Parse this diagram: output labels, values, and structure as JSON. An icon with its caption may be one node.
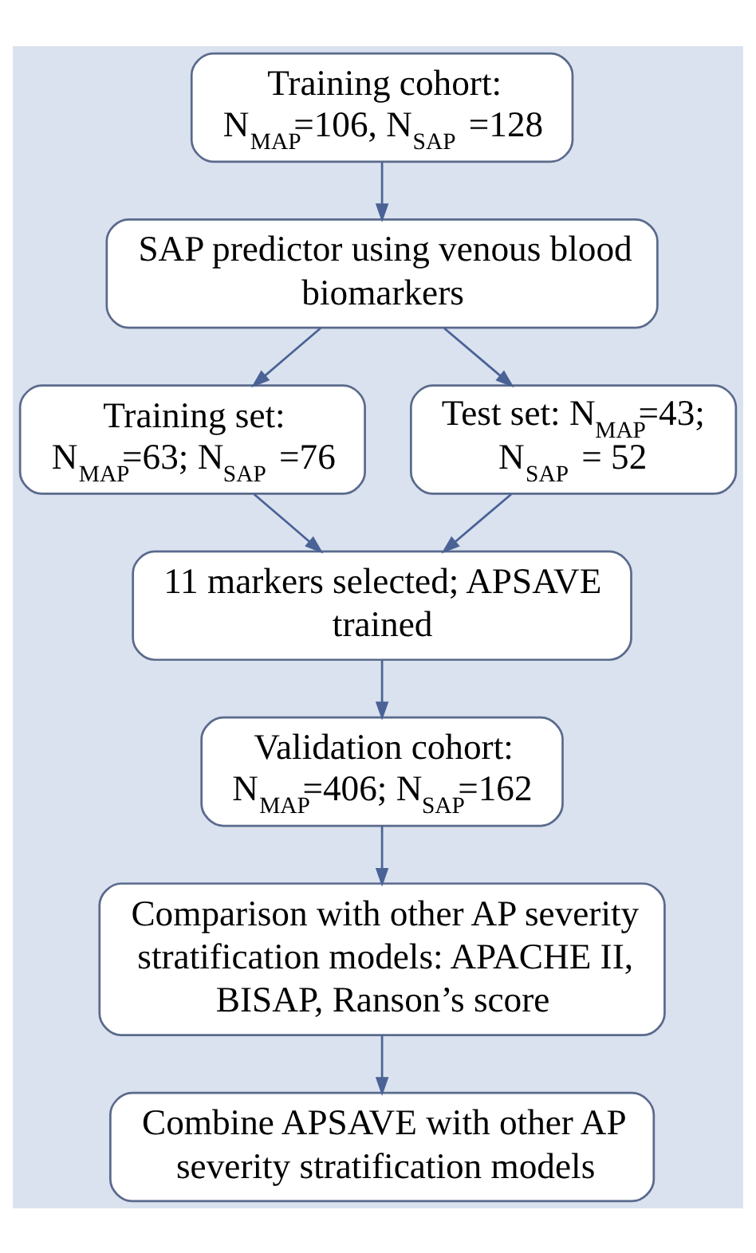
{
  "diagram": {
    "nodes": [
      {
        "text": [
          "Training cohort: N$_{MAP}$=106, N$_{SAP}$ =128"
        ]
      },
      {
        "text": [
          "SAP predictor using venous blood biomarkers"
        ]
      },
      {
        "text": [
          "Training set: N$_{MAP}$=63; N$_{SAP}$ =76"
        ]
      },
      {
        "text": [
          "Test set: N$_{MAP}$=43; N$_{SAP}$ = 52"
        ]
      },
      {
        "text": [
          "11 markers selected; APSAVE trained"
        ]
      },
      {
        "text": [
          "Validation cohort: N$_{MAP}$=406; N$_{SAP}$=162"
        ]
      },
      {
        "text": [
          "Comparison with other AP severity stratification models: APACHE II, BISAP, Ranson’s score"
        ]
      },
      {
        "text": [
          "Combine APSAVE with other AP severity stratification models"
        ]
      }
    ],
    "edges": [
      {
        "from": 0,
        "to": 1,
        "arrow": "to"
      },
      {
        "from": 1,
        "to": 2,
        "arrow": "to"
      },
      {
        "from": 1,
        "to": 3,
        "arrow": "to"
      },
      {
        "from": 2,
        "to": 4,
        "arrow": "to"
      },
      {
        "from": 3,
        "to": 4,
        "arrow": "to"
      },
      {
        "from": 4,
        "to": 5,
        "arrow": "to"
      },
      {
        "from": 5,
        "to": 6,
        "arrow": "to"
      },
      {
        "from": 6,
        "to": 7,
        "arrow": "to"
      }
    ]
  }
}
